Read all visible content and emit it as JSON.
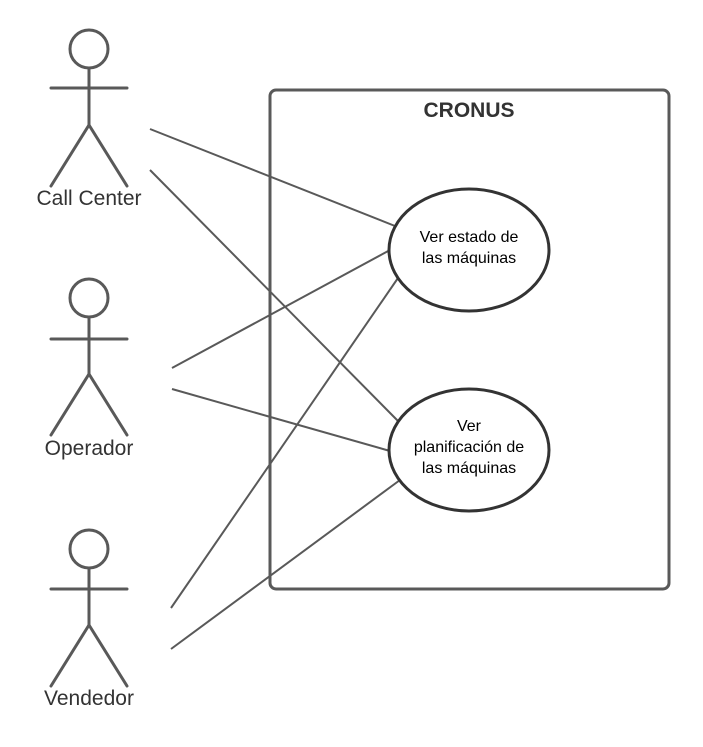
{
  "system": {
    "title": "CRONUS"
  },
  "actors": [
    {
      "id": "call-center",
      "label": "Call Center"
    },
    {
      "id": "operador",
      "label": "Operador"
    },
    {
      "id": "vendedor",
      "label": "Vendedor"
    }
  ],
  "use_cases": [
    {
      "id": "ver-estado",
      "lines": [
        "Ver estado de",
        "las máquinas"
      ]
    },
    {
      "id": "ver-planificacion",
      "lines": [
        "Ver",
        "planificación de",
        "las máquinas"
      ]
    }
  ],
  "associations": [
    {
      "actor": "call-center",
      "use_case": "ver-estado"
    },
    {
      "actor": "call-center",
      "use_case": "ver-planificacion"
    },
    {
      "actor": "operador",
      "use_case": "ver-estado"
    },
    {
      "actor": "operador",
      "use_case": "ver-planificacion"
    },
    {
      "actor": "vendedor",
      "use_case": "ver-estado"
    },
    {
      "actor": "vendedor",
      "use_case": "ver-planificacion"
    }
  ],
  "colors": {
    "line": "#595959",
    "text": "#333333",
    "background": "#ffffff"
  }
}
